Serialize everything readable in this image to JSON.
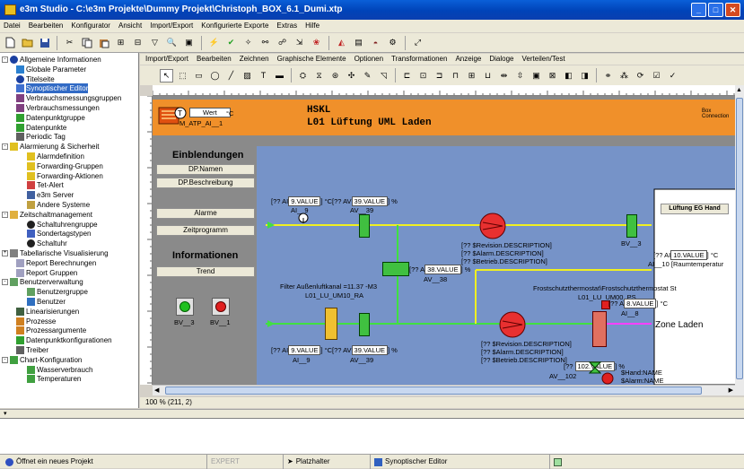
{
  "window": {
    "title": "e3m Studio - C:\\e3m Projekte\\Dummy Projekt\\Christoph_BOX_6.1_Dumi.xtp",
    "btn_min": "_",
    "btn_max": "□",
    "btn_close": "✕"
  },
  "menu": [
    "Datei",
    "Bearbeiten",
    "Konfigurator",
    "Ansicht",
    "Import/Export",
    "Konfigurierte Exporte",
    "Extras",
    "Hilfe"
  ],
  "tree": [
    {
      "label": "Allgemeine Informationen",
      "icon": "info-icon",
      "level": 0,
      "expand": "-"
    },
    {
      "label": "Globale Parameter",
      "icon": "globe-icon",
      "level": 1
    },
    {
      "label": "Titelseite",
      "icon": "info-icon",
      "level": 1
    },
    {
      "label": "Synoptischer Editor",
      "icon": "editor-icon",
      "level": 1,
      "selected": true
    },
    {
      "label": "Verbrauchsmessungsgruppen",
      "icon": "meter-icon",
      "level": 1
    },
    {
      "label": "Verbrauchsmessungen",
      "icon": "meter-icon",
      "level": 1
    },
    {
      "label": "Datenpunktgruppe",
      "icon": "datapoint-icon",
      "level": 1
    },
    {
      "label": "Datenpunkte",
      "icon": "datapoint-icon",
      "level": 1
    },
    {
      "label": "Periodic Tag",
      "icon": "tag-icon",
      "level": 1
    },
    {
      "label": "Alarmierung & Sicherheit",
      "icon": "warning-icon",
      "level": 0,
      "expand": "-"
    },
    {
      "label": "Alarmdefinition",
      "icon": "warning-icon",
      "level": 2
    },
    {
      "label": "Forwarding-Gruppen",
      "icon": "warning-icon",
      "level": 2
    },
    {
      "label": "Forwarding-Aktionen",
      "icon": "warning-icon",
      "level": 2
    },
    {
      "label": "Tet-Alert",
      "icon": "alert-icon",
      "level": 2
    },
    {
      "label": "e3m Server",
      "icon": "server-icon",
      "level": 2
    },
    {
      "label": "Andere Systeme",
      "icon": "system-icon",
      "level": 2
    },
    {
      "label": "Zeitschaltmanagement",
      "icon": "folder-icon",
      "level": 0,
      "expand": "-"
    },
    {
      "label": "Schaltuhrengruppe",
      "icon": "clock-icon",
      "level": 2
    },
    {
      "label": "Sondertagstypen",
      "icon": "calendar-icon",
      "level": 2
    },
    {
      "label": "Schaltuhr",
      "icon": "clock-icon",
      "level": 2
    },
    {
      "label": "Tabellarische Visualisierung",
      "icon": "table-icon",
      "level": 0,
      "expand": "+"
    },
    {
      "label": "Report Berechnungen",
      "icon": "report-icon",
      "level": 1
    },
    {
      "label": "Report Gruppen",
      "icon": "report-icon",
      "level": 1
    },
    {
      "label": "Benutzerverwaltung",
      "icon": "users-icon",
      "level": 0,
      "expand": "-"
    },
    {
      "label": "Benutzergruppe",
      "icon": "users-icon",
      "level": 2
    },
    {
      "label": "Benutzer",
      "icon": "user-icon",
      "level": 2
    },
    {
      "label": "Linearisierungen",
      "icon": "linear-icon",
      "level": 1
    },
    {
      "label": "Prozesse",
      "icon": "process-icon",
      "level": 1
    },
    {
      "label": "Prozessargumente",
      "icon": "process-icon",
      "level": 1
    },
    {
      "label": "Datenpunktkonfigurationen",
      "icon": "datapoint-icon",
      "level": 1
    },
    {
      "label": "Treiber",
      "icon": "driver-icon",
      "level": 1
    },
    {
      "label": "Chart-Konfiguration",
      "icon": "chart-icon",
      "level": 0,
      "expand": "-"
    },
    {
      "label": "Wasserverbrauch",
      "icon": "chart-icon",
      "level": 2
    },
    {
      "label": "Temperaturen",
      "icon": "chart-icon",
      "level": 2
    }
  ],
  "editor_menu": [
    "Import/Export",
    "Bearbeiten",
    "Zeichnen",
    "Graphische Elemente",
    "Optionen",
    "Transformationen",
    "Anzeige",
    "Dialoge",
    "Verteilen/Test"
  ],
  "canvas": {
    "header_line1": "HSKL",
    "header_line2": "L01 Lüftung UML Laden",
    "wert_label": "Wert",
    "wert_unit": "°C",
    "m_atp": "M_ATP_AI__1",
    "box_label": "Box Connection",
    "einblendungen": "Einblendungen",
    "btn_dp_namen": "DP.Namen",
    "btn_dp_beschreibung": "DP.Beschreibung",
    "btn_alarme": "Alarme",
    "btn_zeitprogramm": "Zeitprogramm",
    "informationen": "Informationen",
    "btn_trend": "Trend",
    "bv3": "BV__3",
    "bv1": "BV__1",
    "filter_label": "Filter Außenluftkanal =11.37 -M3",
    "filter_sub": "L01_LU_UM10_RA",
    "frost_label": "Frostschutzthermostat\\Frostschutzthermostat St",
    "frost_sub": "L01_LU_UM00_PS",
    "zone_laden": "Zone Laden",
    "lueftung_btn": "Lüftung EG Hand",
    "ai9a": "[?? AI__9.VALUE] °C",
    "ai9a_val": "9.VALUE",
    "ai9_label": "AI__9",
    "av39a": "[?? AV__39.VALUE] %",
    "av39a_val": "39.VALUE",
    "av39_label": "AV__39",
    "av38": "[?? AV__38.VALUE] %",
    "av38_val": "38.VALUE",
    "av38_label": "AV__38",
    "bv3b": "BV__3",
    "ai10": "[?? AI__10.VALUE] °C",
    "ai10_val": "10.VALUE",
    "ai10_label": "AI__10 [Raumtemperatur",
    "ai8": "[?? AI__8.VALUE] °C",
    "ai8_val": "8.VALUE",
    "ai8_label": "AI__8",
    "rev1": "[?? $Revision.DESCRIPTION]",
    "alarm1": "[?? $Alarm.DESCRIPTION]",
    "betrieb1": "[?? $Betrieb.DESCRIPTION]",
    "rev2": "[?? $Revision.DESCRIPTION]",
    "alarm2": "[?? $Alarm.DESCRIPTION]",
    "betrieb2": "[?? $Betrieb.DESCRIPTION]",
    "av102": "[?? AV__102.VALUE] %",
    "av102_val": "102.VALUE",
    "av102_label": "AV__102",
    "hand_name": "$Hand:NAME",
    "alarm_name": "$Alarm:NAME"
  },
  "zoom_status": "100 %  (211, 2)",
  "statusbar": {
    "message": "Öffnet ein neues Projekt",
    "expert": "EXPERT",
    "platzhalter": "Platzhalter",
    "editor": "Synoptischer Editor"
  }
}
